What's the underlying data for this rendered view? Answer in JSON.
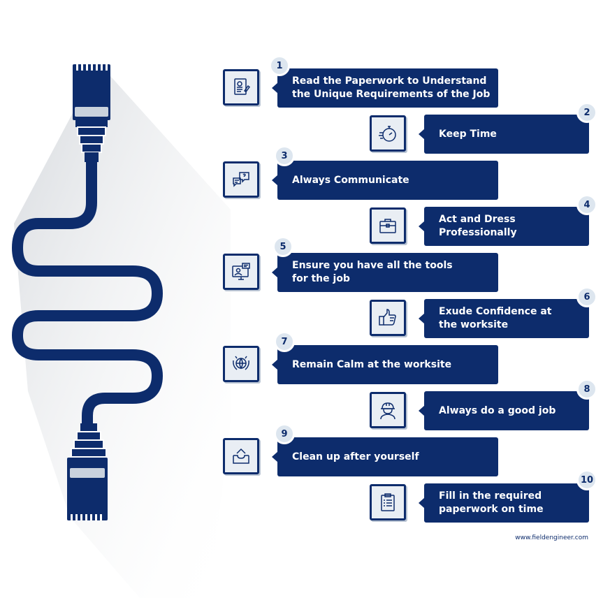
{
  "colors": {
    "primary": "#0d2c6c",
    "icon_bg": "#e9eef4",
    "badge_bg": "#dde6ef",
    "plug_band": "#c9d2dd"
  },
  "steps": [
    {
      "number": "1",
      "text": "Read the Paperwork to Understand\nthe Unique Requirements of the Job",
      "icon": "document-certificate-icon"
    },
    {
      "number": "2",
      "text": "Keep Time",
      "icon": "stopwatch-icon"
    },
    {
      "number": "3",
      "text": "Always Communicate",
      "icon": "chat-bubbles-icon"
    },
    {
      "number": "4",
      "text": "Act and Dress\nProfessionally",
      "icon": "briefcase-icon"
    },
    {
      "number": "5",
      "text": "Ensure you have all the tools\nfor the job",
      "icon": "computer-user-icon"
    },
    {
      "number": "6",
      "text": "Exude Confidence at\nthe worksite",
      "icon": "thumbs-up-icon"
    },
    {
      "number": "7",
      "text": "Remain Calm at the worksite",
      "icon": "globe-hand-icon"
    },
    {
      "number": "8",
      "text": "Always do a good job",
      "icon": "worker-helmet-icon"
    },
    {
      "number": "9",
      "text": "Clean up after yourself",
      "icon": "tray-icon"
    },
    {
      "number": "10",
      "text": "Fill in the required\npaperwork on time",
      "icon": "clipboard-checklist-icon"
    }
  ],
  "footer": {
    "website": "www.fieldengineer.com"
  }
}
